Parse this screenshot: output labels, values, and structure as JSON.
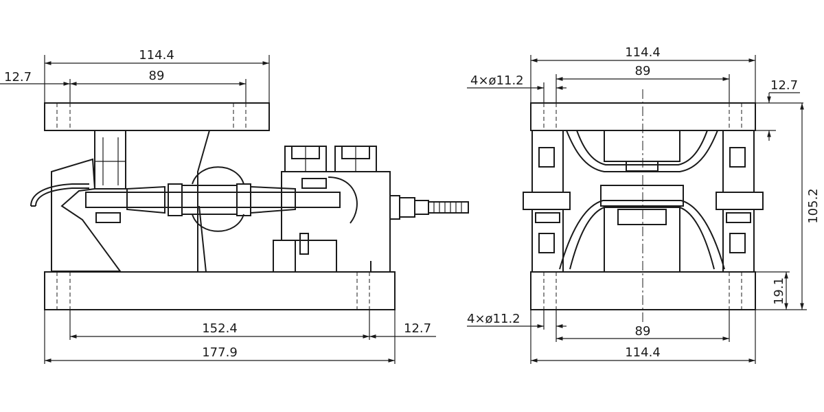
{
  "left_view": {
    "dims": {
      "top_width": "114.4",
      "top_offset": "12.7",
      "top_hole_spacing": "89",
      "base_hole_spacing": "152.4",
      "base_offset": "12.7",
      "base_width": "177.9"
    }
  },
  "right_view": {
    "dims": {
      "top_width": "114.4",
      "top_hole_spacing": "89",
      "top_holes": "4×ø11.2",
      "top_offset": "12.7",
      "height": "105.2",
      "base_thickness": "19.1",
      "bottom_holes": "4×ø11.2",
      "bottom_hole_spacing": "89",
      "bottom_width": "114.4"
    }
  }
}
